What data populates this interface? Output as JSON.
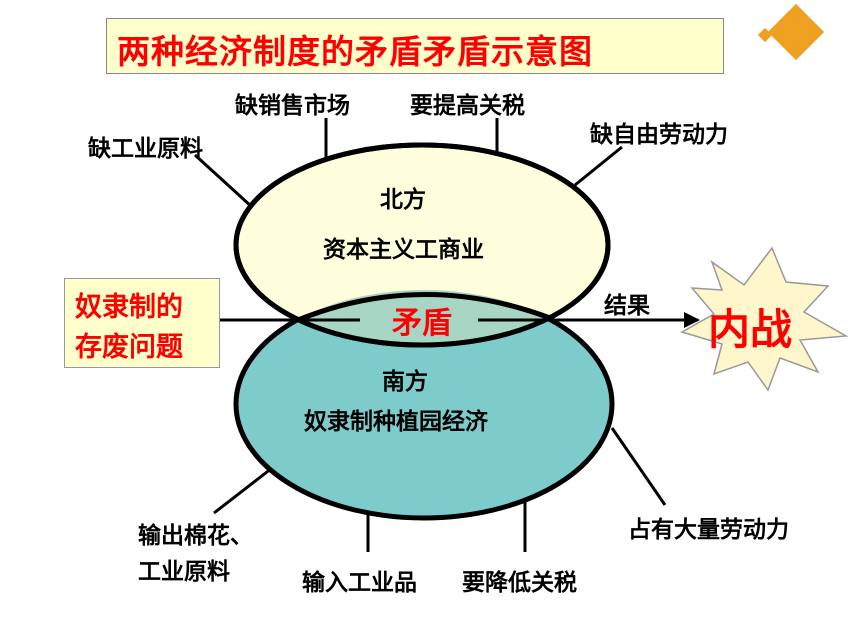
{
  "title": "两种经济制度的矛盾矛盾示意图",
  "north": {
    "region": "北方",
    "economy": "资本主义工商业",
    "needs": [
      "缺工业原料",
      "缺销售市场",
      "要提高关税",
      "缺自由劳动力"
    ]
  },
  "south": {
    "region": "南方",
    "economy": "奴隶制种植园经济",
    "needs": [
      "输出棉花、",
      "工业原料",
      "输入工业品",
      "要降低关税",
      "占有大量劳动力"
    ]
  },
  "issue": {
    "line1": "奴隶制的",
    "line2": "存废问题"
  },
  "conflict": "矛盾",
  "result_label": "结果",
  "outcome": "内战",
  "colors": {
    "north_fill": "#ffffdd",
    "south_fill": "#7ecbcb",
    "accent_red": "#ff0000",
    "title_bg": "#ffffcc",
    "logo": "#f0a020"
  },
  "icons": [
    "diamond-logo-icon",
    "burst-icon"
  ]
}
